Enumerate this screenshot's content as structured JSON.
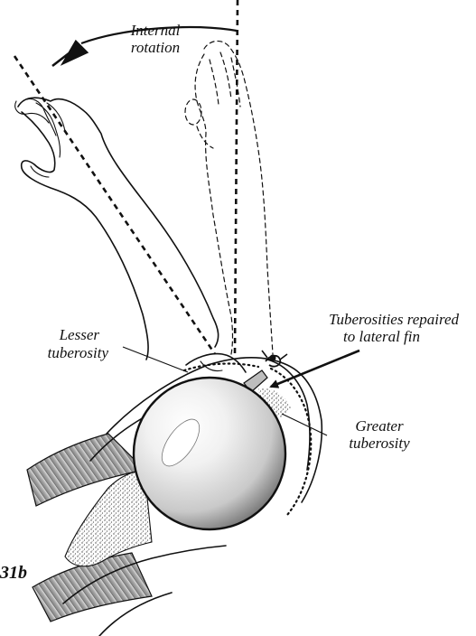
{
  "labels": {
    "internal_rotation_line1": "Internal",
    "internal_rotation_line2": "rotation",
    "lesser_tuberosity_line1": "Lesser",
    "lesser_tuberosity_line2": "tuberosity",
    "tuberosities_repaired_line1": "Tuberosities repaired",
    "tuberosities_repaired_line2": "to lateral fin",
    "greater_tuberosity_line1": "Greater",
    "greater_tuberosity_line2": "tuberosity"
  },
  "figure_number": "31b",
  "colors": {
    "ink": "#111111",
    "muscle_shade": "#9a9a9a",
    "sphere_highlight": "#ffffff",
    "sphere_shadow": "#6e6e6e",
    "bone_stipple": "#555555"
  }
}
